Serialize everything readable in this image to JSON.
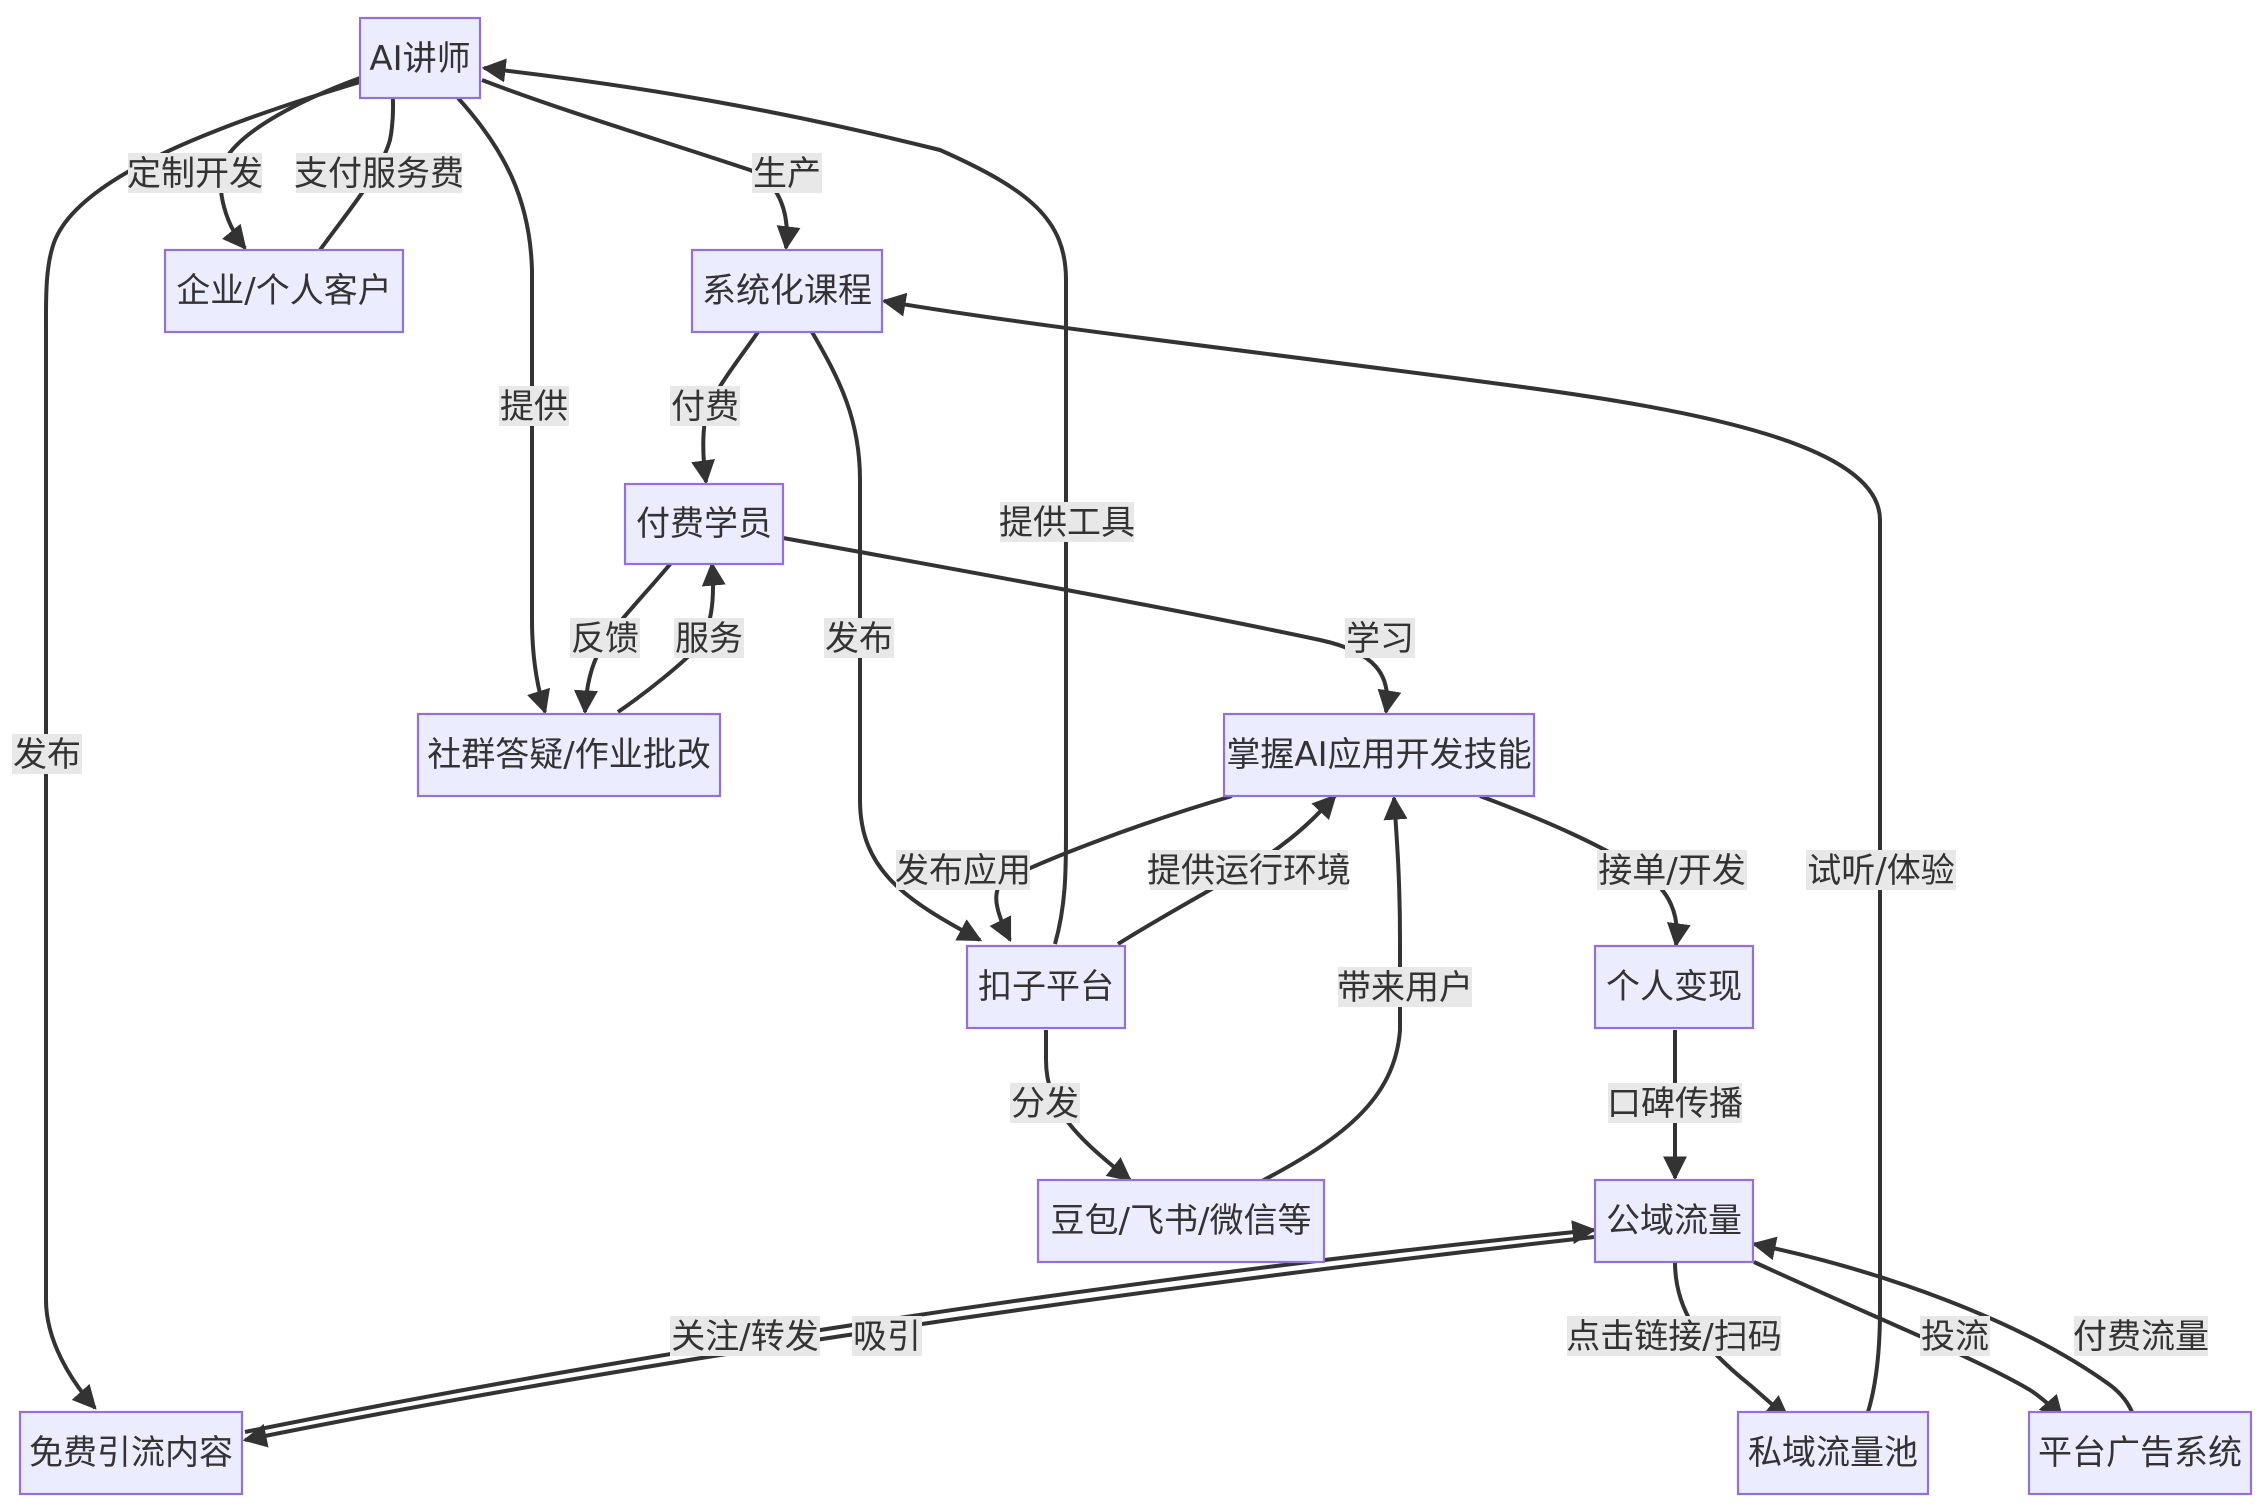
{
  "nodes": [
    {
      "id": "lecturer",
      "label": "AI讲师"
    },
    {
      "id": "client",
      "label": "企业/个人客户"
    },
    {
      "id": "course",
      "label": "系统化课程"
    },
    {
      "id": "student",
      "label": "付费学员"
    },
    {
      "id": "community",
      "label": "社群答疑/作业批改"
    },
    {
      "id": "skill",
      "label": "掌握AI应用开发技能"
    },
    {
      "id": "coze",
      "label": "扣子平台"
    },
    {
      "id": "income",
      "label": "个人变现"
    },
    {
      "id": "apps",
      "label": "豆包/飞书/微信等"
    },
    {
      "id": "public",
      "label": "公域流量"
    },
    {
      "id": "free",
      "label": "免费引流内容"
    },
    {
      "id": "private",
      "label": "私域流量池"
    },
    {
      "id": "ads",
      "label": "平台广告系统"
    }
  ],
  "edges": [
    {
      "id": "e1",
      "from": "lecturer",
      "to": "client",
      "label": "定制开发"
    },
    {
      "id": "e2",
      "from": "client",
      "to": "lecturer",
      "label": "支付服务费"
    },
    {
      "id": "e3",
      "from": "lecturer",
      "to": "course",
      "label": "生产"
    },
    {
      "id": "e4",
      "from": "lecturer",
      "to": "community",
      "label": "提供"
    },
    {
      "id": "e5",
      "from": "lecturer",
      "to": "free",
      "label": "发布"
    },
    {
      "id": "e6",
      "from": "course",
      "to": "student",
      "label": "付费"
    },
    {
      "id": "e7",
      "from": "course",
      "to": "coze",
      "label": "发布"
    },
    {
      "id": "e8",
      "from": "coze",
      "to": "lecturer",
      "label": "提供工具"
    },
    {
      "id": "e9",
      "from": "student",
      "to": "community",
      "label": "反馈"
    },
    {
      "id": "e10",
      "from": "community",
      "to": "student",
      "label": "服务"
    },
    {
      "id": "e11",
      "from": "student",
      "to": "skill",
      "label": "学习"
    },
    {
      "id": "e12",
      "from": "skill",
      "to": "coze",
      "label": "发布应用"
    },
    {
      "id": "e13",
      "from": "coze",
      "to": "skill",
      "label": "提供运行环境"
    },
    {
      "id": "e14",
      "from": "skill",
      "to": "income",
      "label": "接单/开发"
    },
    {
      "id": "e15",
      "from": "private",
      "to": "course",
      "label": "试听/体验"
    },
    {
      "id": "e16",
      "from": "apps",
      "to": "skill",
      "label": "带来用户"
    },
    {
      "id": "e17",
      "from": "coze",
      "to": "apps",
      "label": "分发"
    },
    {
      "id": "e18",
      "from": "income",
      "to": "public",
      "label": "口碑传播"
    },
    {
      "id": "e19",
      "from": "free",
      "to": "public",
      "label": "关注/转发"
    },
    {
      "id": "e20",
      "from": "public",
      "to": "free",
      "label": "吸引"
    },
    {
      "id": "e21",
      "from": "public",
      "to": "private",
      "label": "点击链接/扫码"
    },
    {
      "id": "e22",
      "from": "public",
      "to": "ads",
      "label": "投流"
    },
    {
      "id": "e23",
      "from": "ads",
      "to": "public",
      "label": "付费流量"
    }
  ]
}
